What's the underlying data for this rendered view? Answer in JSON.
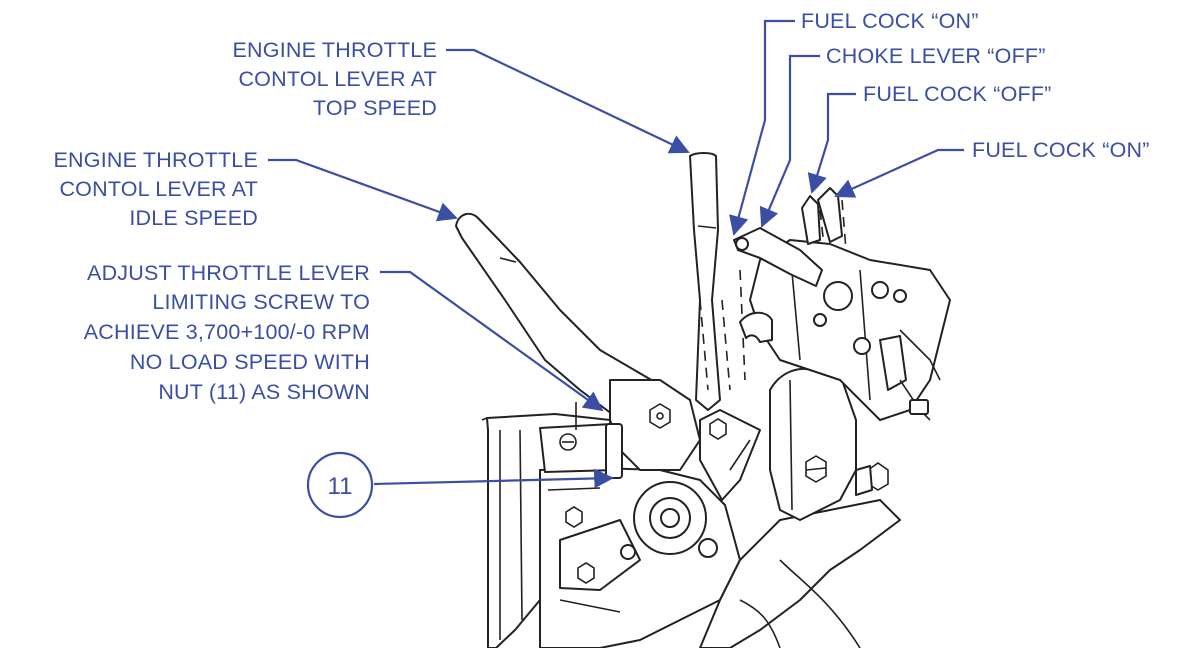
{
  "labels": {
    "top_throttle": [
      "ENGINE THROTTLE",
      "CONTOL LEVER  AT",
      "TOP SPEED"
    ],
    "idle_throttle": [
      "ENGINE THROTTLE",
      "CONTOL LEVER  AT",
      "IDLE SPEED"
    ],
    "adjust_screw": [
      "ADJUST THROTTLE LEVER",
      "LIMITING SCREW TO",
      "ACHIEVE 3,700+100/-0 RPM",
      "NO LOAD SPEED WITH",
      "NUT (11) AS SHOWN"
    ],
    "fuel_cock_on_top": "FUEL COCK “ON”",
    "choke_lever_off": "CHOKE LEVER “OFF”",
    "fuel_cock_off": "FUEL COCK “OFF”",
    "fuel_cock_on_right": "FUEL COCK “ON”"
  },
  "callout": {
    "number": "11"
  },
  "colors": {
    "label": "#3a4fa3",
    "line_art": "#222222"
  }
}
